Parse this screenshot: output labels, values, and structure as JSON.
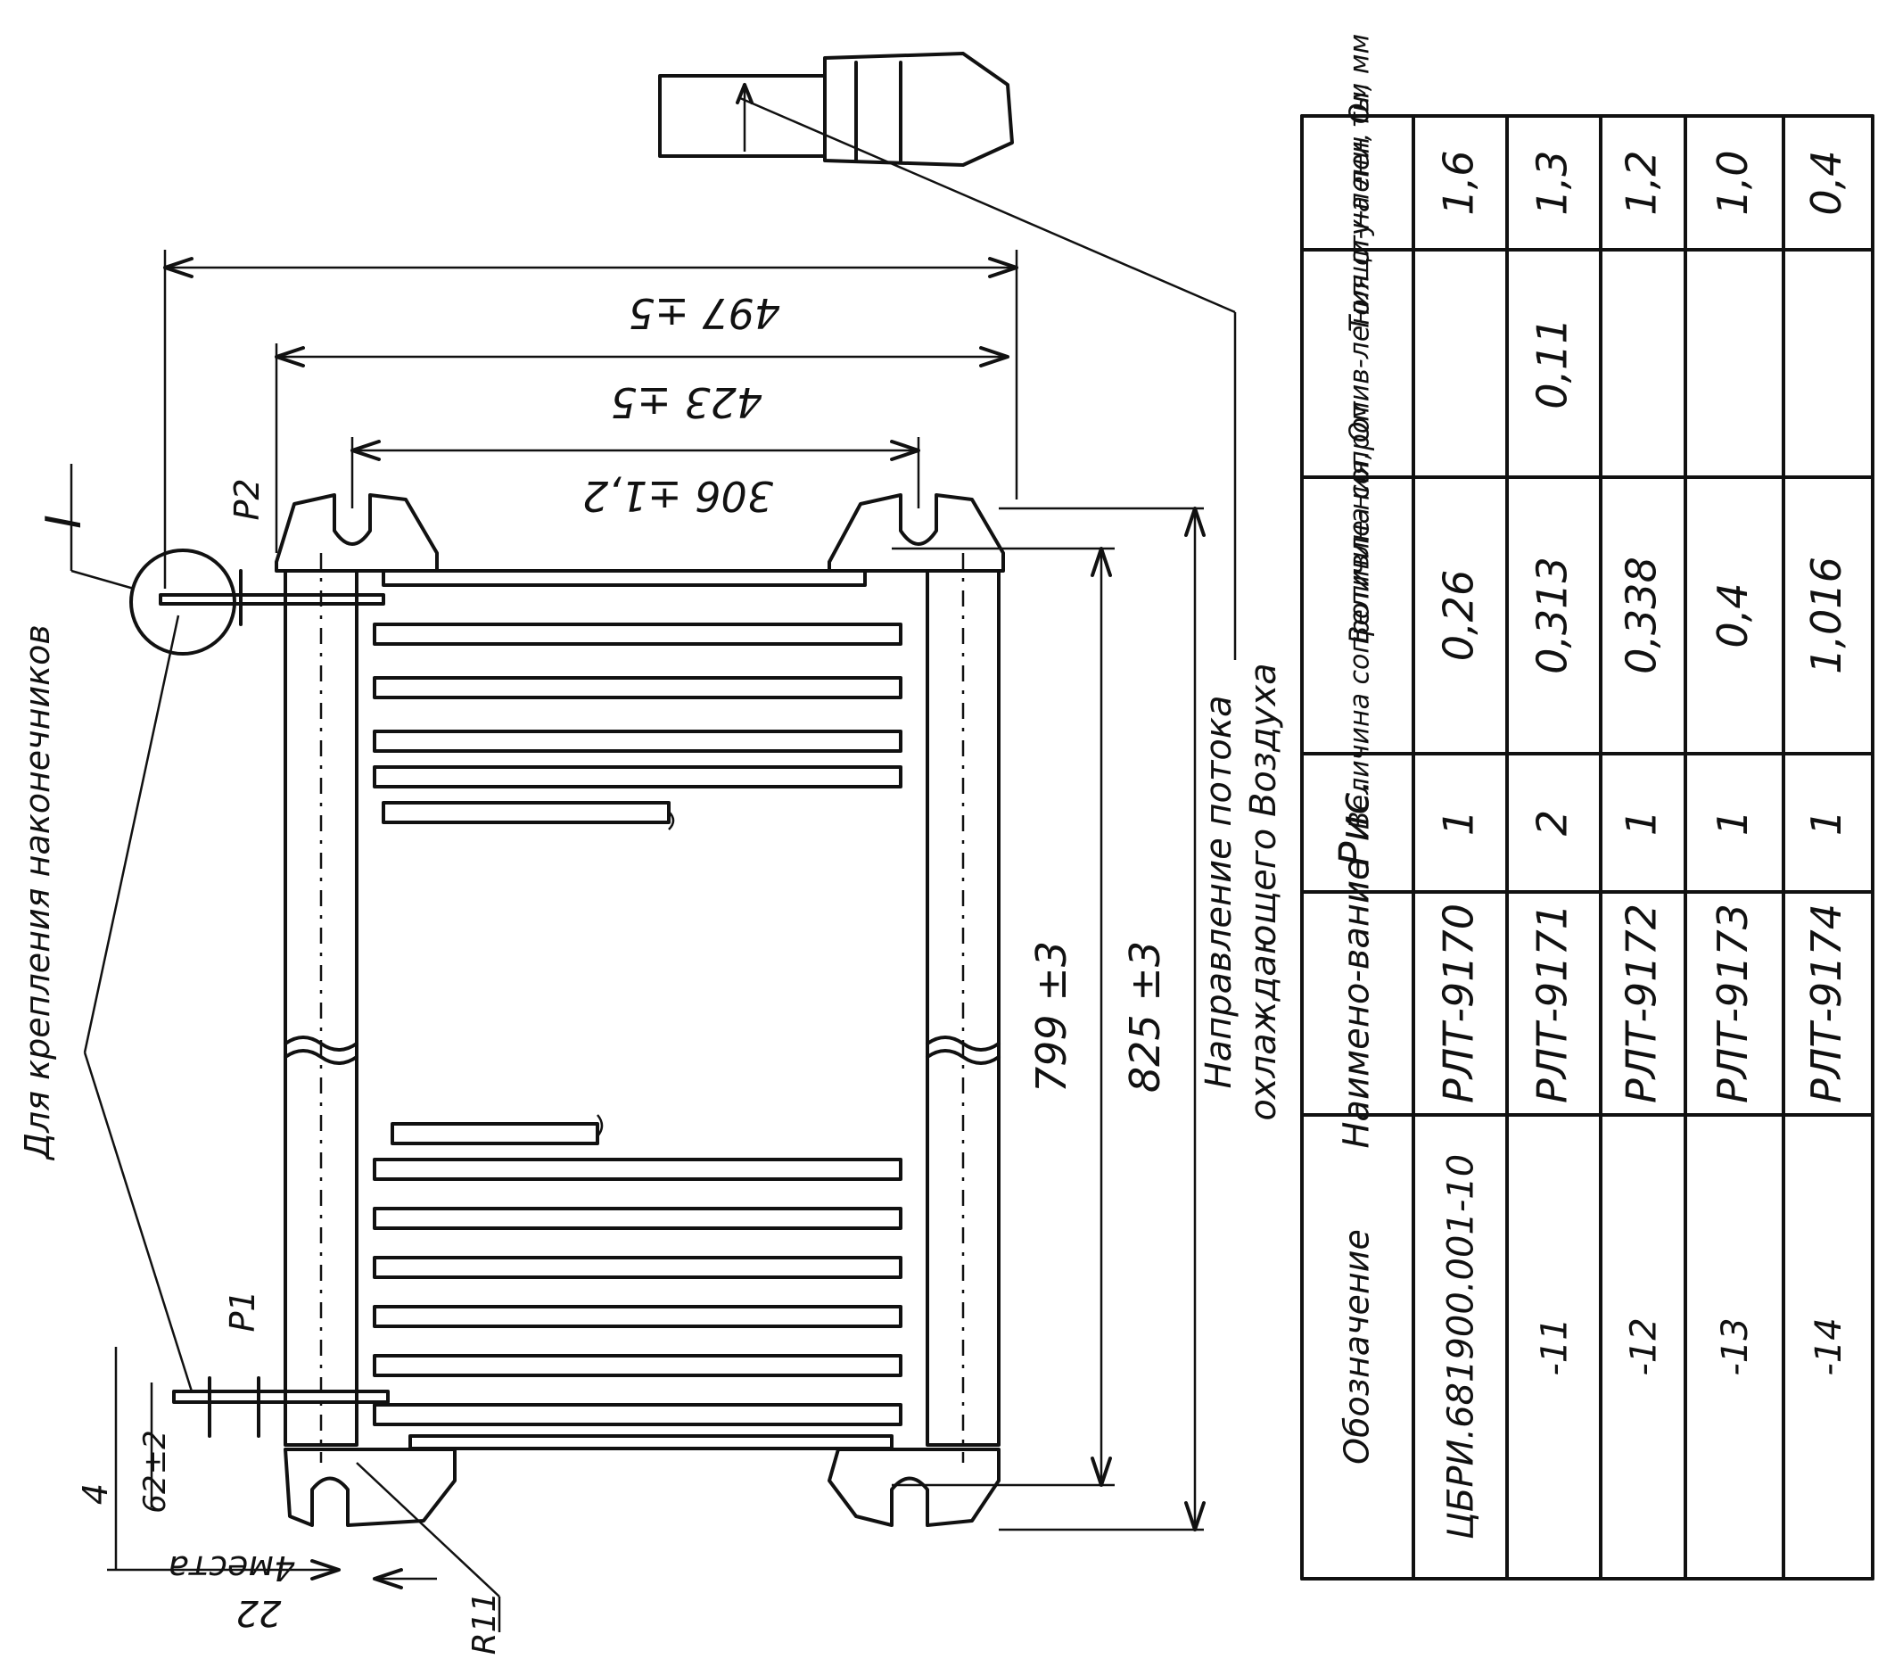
{
  "drawing": {
    "dimensions": {
      "overall_length": "497 ±5",
      "inner_length": "423 ±5",
      "hole_spacing": "306 ±1,2",
      "mount_width_799": "799 ±3",
      "mount_width_825": "825 ±3",
      "edge_offset": "62±2",
      "thickness": "4",
      "slot_width": "22",
      "slot_count": "4места",
      "radius": "R11"
    },
    "labels": {
      "view_marker": "I",
      "terminal_p1": "P1",
      "terminal_p2": "P2",
      "note_mounting": "Для крепления наконечников",
      "flow_note_line1": "Направление потока",
      "flow_note_line2": "охлаждающего    Воздуха"
    }
  },
  "table": {
    "headers": [
      "Обозначение",
      "Наимено-вание",
      "Рис.",
      "Величина сопротивле-ния, Ом",
      "Величина сопротив-ления сту-пени, Ом",
      "Толщи-на лен ты, мм"
    ],
    "rows": [
      [
        "ЦБРИ.681900.001-10",
        "РЛТ-9170",
        "1",
        "0,26",
        "",
        "1,6"
      ],
      [
        "-11",
        "РЛТ-9171",
        "2",
        "0,313",
        "0,11",
        "1,3"
      ],
      [
        "-12",
        "РЛТ-9172",
        "1",
        "0,338",
        "",
        "1,2"
      ],
      [
        "-13",
        "РЛТ-9173",
        "1",
        "0,4",
        "",
        "1,0"
      ],
      [
        "-14",
        "РЛТ-9174",
        "1",
        "1,016",
        "",
        "0,4"
      ]
    ]
  }
}
